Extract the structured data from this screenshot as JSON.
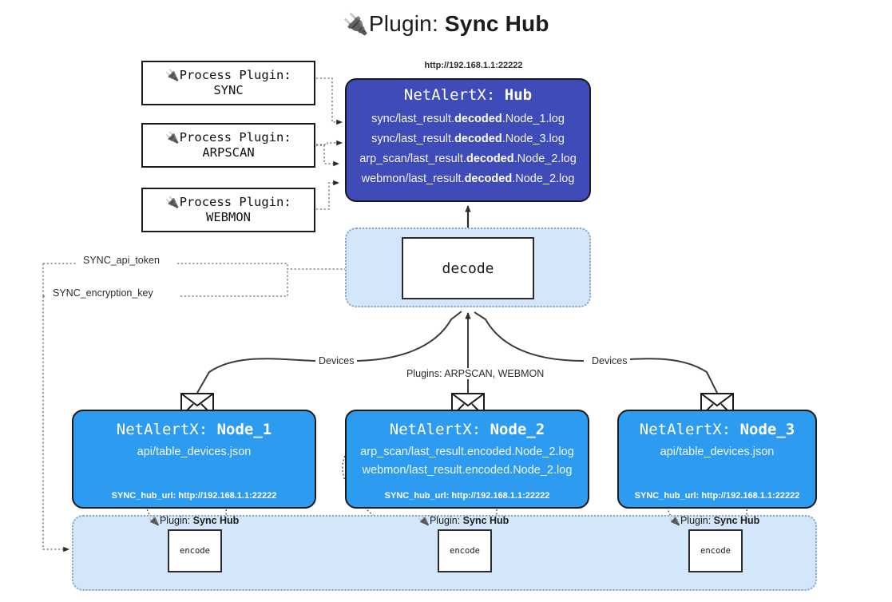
{
  "title": {
    "icon": "plug-icon",
    "glyph": "🔌",
    "label": "Plugin:",
    "value": "Sync Hub"
  },
  "colors": {
    "hub_fill": "#3f4bb8",
    "node_fill": "#2d9bf0",
    "container_fill": "#d4e6f9",
    "container_border": "#8aa4bd",
    "stroke": "#1a1a1a",
    "page_bg": "#ffffff"
  },
  "process_plugins": [
    {
      "icon_glyph": "🔌",
      "label": "Process Plugin:",
      "name": "SYNC"
    },
    {
      "icon_glyph": "🔌",
      "label": "Process Plugin:",
      "name": "ARPSCAN"
    },
    {
      "icon_glyph": "🔌",
      "label": "Process Plugin:",
      "name": "WEBMON"
    }
  ],
  "hub": {
    "url": "http://192.168.1.1:22222",
    "title_prefix": "NetAlertX:",
    "title_name": "Hub",
    "logs": [
      {
        "pre": "sync/last_result.",
        "mid": "decoded",
        "post": ".Node_1.log"
      },
      {
        "pre": "sync/last_result.",
        "mid": "decoded",
        "post": ".Node_3.log"
      },
      {
        "pre": "arp_scan/last_result.",
        "mid": "decoded",
        "post": ".Node_2.log"
      },
      {
        "pre": "webmon/last_result.",
        "mid": "decoded",
        "post": ".Node_2.log"
      }
    ]
  },
  "decode": {
    "box_label": "decode"
  },
  "edge_labels": {
    "devices_left": "Devices",
    "devices_right": "Devices",
    "plugins": "Plugins: ARPSCAN, WEBMON",
    "api_token": "SYNC_api_token",
    "encryption_key": "SYNC_encryption_key"
  },
  "nodes": [
    {
      "title_prefix": "NetAlertX:",
      "title_name": "Node_1",
      "lines": [
        "api/table_devices.json"
      ],
      "hub_url_label": "SYNC_hub_url:",
      "hub_url": "http://192.168.1.1:22222",
      "envelope_icon": "envelope-icon"
    },
    {
      "title_prefix": "NetAlertX:",
      "title_name": "Node_2",
      "lines": [
        "arp_scan/last_result.encoded.Node_2.log",
        "webmon/last_result.encoded.Node_2.log"
      ],
      "hub_url_label": "SYNC_hub_url:",
      "hub_url": "http://192.168.1.1:22222",
      "envelope_icon": "envelope-icon"
    },
    {
      "title_prefix": "NetAlertX:",
      "title_name": "Node_3",
      "lines": [
        "api/table_devices.json"
      ],
      "hub_url_label": "SYNC_hub_url:",
      "hub_url": "http://192.168.1.1:22222",
      "envelope_icon": "envelope-icon"
    }
  ],
  "encoders": [
    {
      "icon_glyph": "🔌",
      "label": "Plugin:",
      "value": "Sync Hub",
      "box_label": "encode"
    },
    {
      "icon_glyph": "🔌",
      "label": "Plugin:",
      "value": "Sync Hub",
      "box_label": "encode"
    },
    {
      "icon_glyph": "🔌",
      "label": "Plugin:",
      "value": "Sync Hub",
      "box_label": "encode"
    }
  ]
}
